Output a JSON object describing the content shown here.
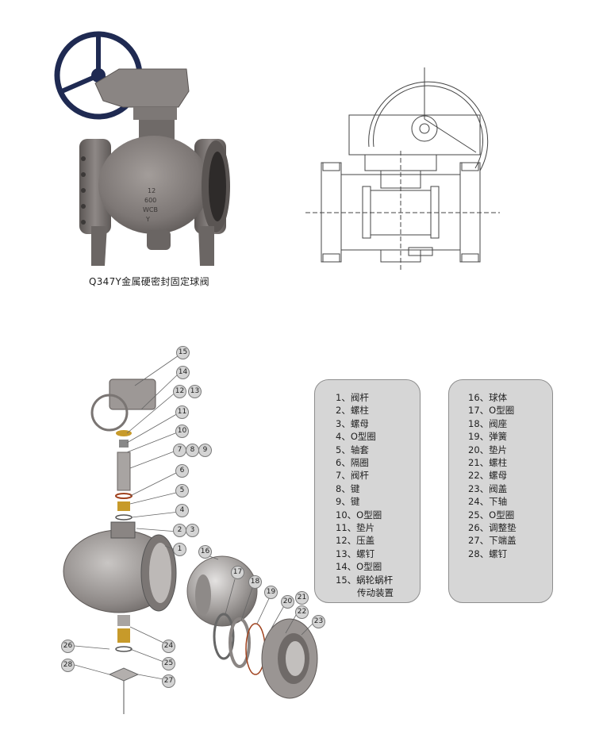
{
  "top": {
    "photo_caption": "Q347Y金属硬密封固定球阀",
    "photo_body_marking": [
      "12",
      "600",
      "WCB",
      "Y"
    ]
  },
  "parts_left": [
    {
      "no": "1",
      "name": "阀杆"
    },
    {
      "no": "2",
      "name": "螺柱"
    },
    {
      "no": "3",
      "name": "螺母"
    },
    {
      "no": "4",
      "name": "O型圈"
    },
    {
      "no": "5",
      "name": "轴套"
    },
    {
      "no": "6",
      "name": "隔圈"
    },
    {
      "no": "7",
      "name": "阀杆"
    },
    {
      "no": "8",
      "name": "键"
    },
    {
      "no": "9",
      "name": "键"
    },
    {
      "no": "10",
      "name": "O型圈"
    },
    {
      "no": "11",
      "name": "垫片"
    },
    {
      "no": "12",
      "name": "压盖"
    },
    {
      "no": "13",
      "name": "螺钉"
    },
    {
      "no": "14",
      "name": "O型圈"
    },
    {
      "no": "15",
      "name": "蜗轮蜗杆",
      "cont": "传动装置"
    }
  ],
  "parts_right": [
    {
      "no": "16",
      "name": "球体"
    },
    {
      "no": "17",
      "name": "O型圈"
    },
    {
      "no": "18",
      "name": "阀座"
    },
    {
      "no": "19",
      "name": "弹簧"
    },
    {
      "no": "20",
      "name": "垫片"
    },
    {
      "no": "21",
      "name": "螺柱"
    },
    {
      "no": "22",
      "name": "螺母"
    },
    {
      "no": "23",
      "name": "阀盖"
    },
    {
      "no": "24",
      "name": "下轴"
    },
    {
      "no": "25",
      "name": "O型圈"
    },
    {
      "no": "26",
      "name": "调整垫"
    },
    {
      "no": "27",
      "name": "下端盖"
    },
    {
      "no": "28",
      "name": "螺钉"
    }
  ],
  "callouts": [
    "15",
    "14",
    "12",
    "13",
    "11",
    "10",
    "7",
    "8",
    "9",
    "6",
    "5",
    "4",
    "2",
    "3",
    "1",
    "16",
    "17",
    "18",
    "19",
    "20",
    "21",
    "22",
    "23",
    "24",
    "25",
    "26",
    "27",
    "28"
  ],
  "colors": {
    "metal_dark": "#6e6a6a",
    "metal_mid": "#8f8a88",
    "metal_light": "#b9b6b4",
    "handwheel": "#1f2a52",
    "list_box_bg": "#d6d6d6",
    "drawing_line": "#444444"
  }
}
